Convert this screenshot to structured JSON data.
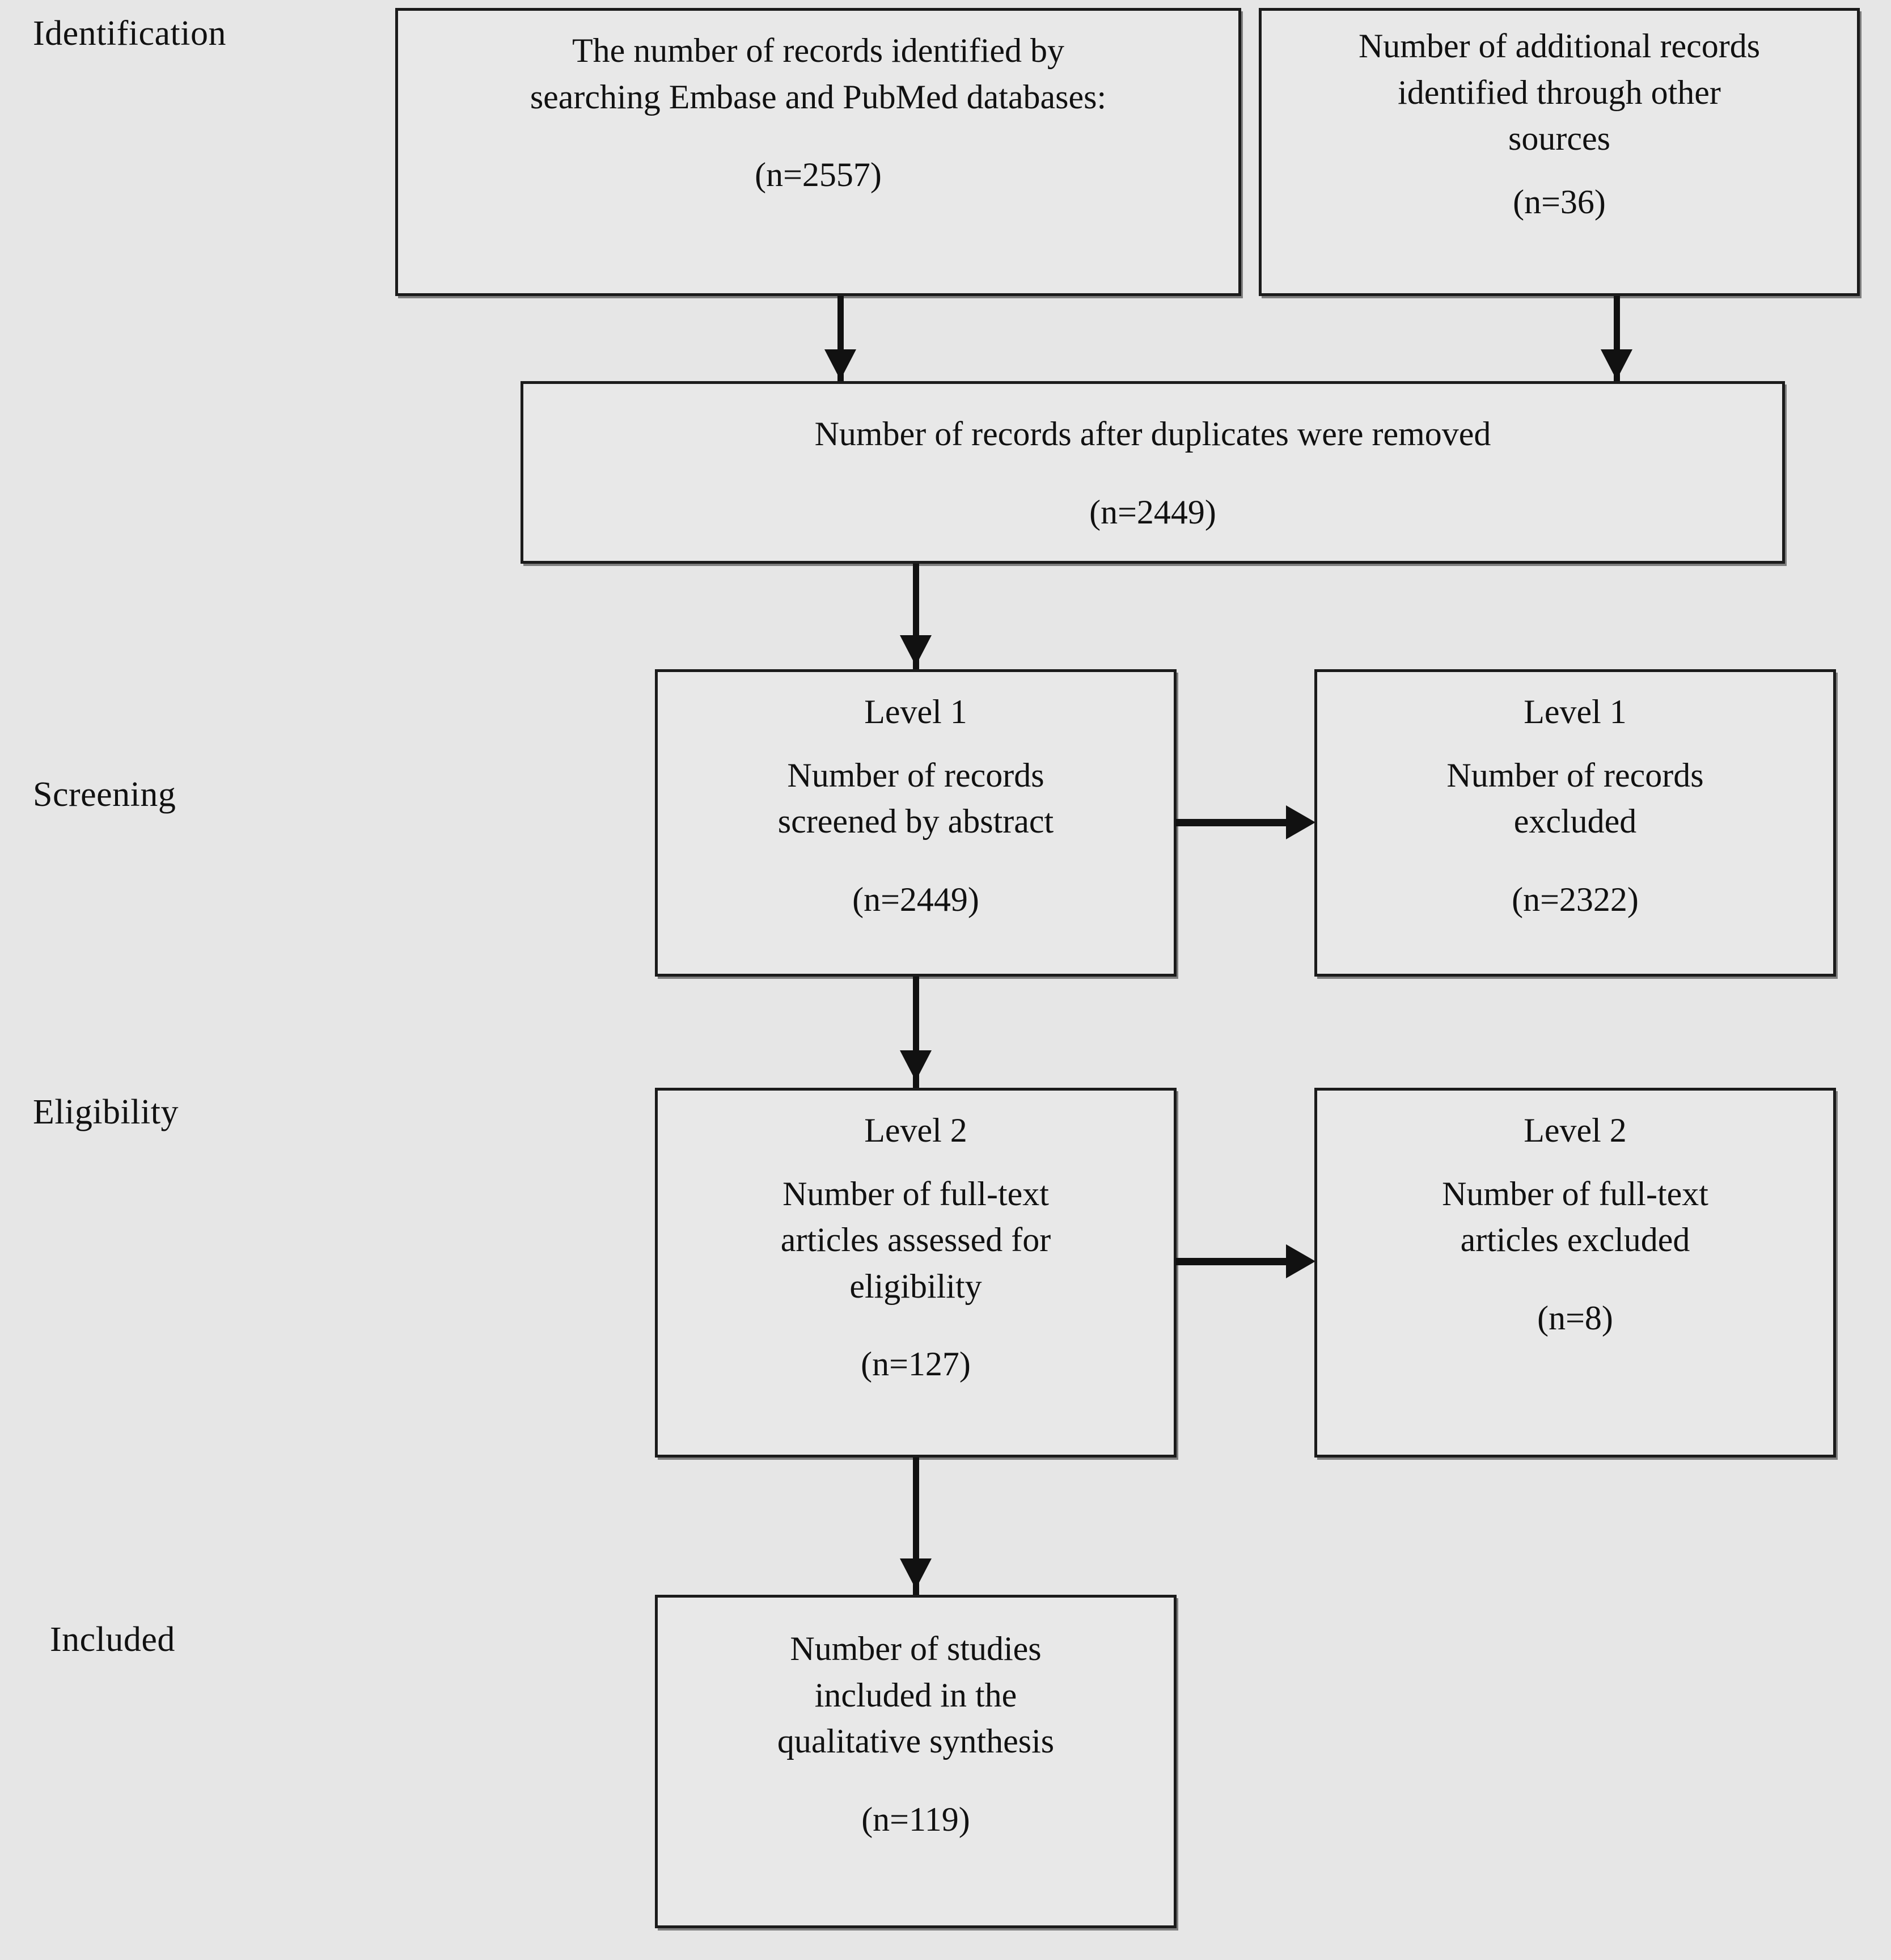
{
  "figure": {
    "type": "prisma-flow-diagram",
    "background_color": "#e6e6e6",
    "box_fill_color": "#e8e8e8",
    "line_color": "#111111"
  },
  "stages": [
    {
      "id": "identification",
      "label": "Identification"
    },
    {
      "id": "screening",
      "label": "Screening"
    },
    {
      "id": "eligibility",
      "label": "Eligibility"
    },
    {
      "id": "included",
      "label": "Included"
    }
  ],
  "boxes": {
    "databases": {
      "line1": "The number of records identified by",
      "line2": "searching Embase and PubMed databases:",
      "count": "(n=2557)"
    },
    "other_sources": {
      "line1": "Number of additional records",
      "line2": "identified through other",
      "line3": "sources",
      "count": "(n=36)"
    },
    "after_duplicates": {
      "line1": "Number of records after duplicates were removed",
      "count": "(n=2449)"
    },
    "level1_screened": {
      "heading": "Level 1",
      "line1": "Number of records",
      "line2": "screened by abstract",
      "count": "(n=2449)"
    },
    "level1_excluded": {
      "heading": "Level 1",
      "line1": "Number of records",
      "line2": "excluded",
      "count": "(n=2322)"
    },
    "level2_assessed": {
      "heading": "Level 2",
      "line1": "Number of full-text",
      "line2": "articles assessed for",
      "line3": "eligibility",
      "count": "(n=127)"
    },
    "level2_excluded": {
      "heading": "Level 2",
      "line1": "Number of full-text",
      "line2": "articles excluded",
      "count": "(n=8)"
    },
    "included_studies": {
      "line1": "Number of studies",
      "line2": "included in the",
      "line3": "qualitative synthesis",
      "count": "(n=119)"
    }
  },
  "chart_data": {
    "type": "diagram",
    "title": "PRISMA study selection flow diagram",
    "nodes": [
      {
        "id": "databases",
        "stage": "Identification",
        "label": "The number of records identified by searching Embase and PubMed databases:",
        "n": 2557
      },
      {
        "id": "other_sources",
        "stage": "Identification",
        "label": "Number of additional records identified through other sources",
        "n": 36
      },
      {
        "id": "after_duplicates",
        "stage": "Identification",
        "label": "Number of records after duplicates were removed",
        "n": 2449
      },
      {
        "id": "level1_screened",
        "stage": "Screening",
        "label": "Level 1 Number of records screened by abstract",
        "n": 2449
      },
      {
        "id": "level1_excluded",
        "stage": "Screening",
        "label": "Level 1 Number of records excluded",
        "n": 2322
      },
      {
        "id": "level2_assessed",
        "stage": "Eligibility",
        "label": "Level 2 Number of full-text articles assessed for eligibility",
        "n": 127
      },
      {
        "id": "level2_excluded",
        "stage": "Eligibility",
        "label": "Level 2 Number of full-text articles excluded",
        "n": 8
      },
      {
        "id": "included_studies",
        "stage": "Included",
        "label": "Number of studies included in the qualitative synthesis",
        "n": 119
      }
    ],
    "edges": [
      {
        "from": "databases",
        "to": "after_duplicates",
        "direction": "down"
      },
      {
        "from": "other_sources",
        "to": "after_duplicates",
        "direction": "down"
      },
      {
        "from": "after_duplicates",
        "to": "level1_screened",
        "direction": "down"
      },
      {
        "from": "level1_screened",
        "to": "level1_excluded",
        "direction": "right"
      },
      {
        "from": "level1_screened",
        "to": "level2_assessed",
        "direction": "down"
      },
      {
        "from": "level2_assessed",
        "to": "level2_excluded",
        "direction": "right"
      },
      {
        "from": "level2_assessed",
        "to": "included_studies",
        "direction": "down"
      }
    ]
  }
}
